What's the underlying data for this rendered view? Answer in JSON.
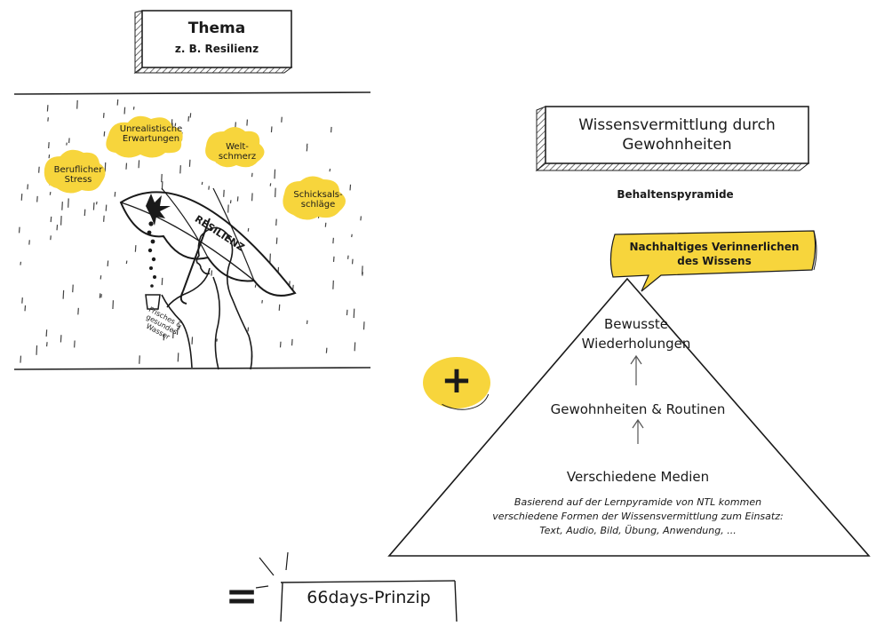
{
  "theme_box": {
    "title": "Thema",
    "subtitle": "z. B. Resilienz"
  },
  "rain_scene": {
    "clouds": [
      {
        "label_line1": "Unrealistische",
        "label_line2": "Erwartungen"
      },
      {
        "label_line1": "Welt-",
        "label_line2": "schmerz"
      },
      {
        "label_line1": "Beruflicher",
        "label_line2": "Stress"
      },
      {
        "label_line1": "Schicksals-",
        "label_line2": "schläge"
      }
    ],
    "umbrella_label": "RESILIENZ",
    "water_note_line1": "Frisches &",
    "water_note_line2": "gesundes",
    "water_note_line3": "Wasser"
  },
  "plus_symbol": "+",
  "habits_box": {
    "title_line1": "Wissensvermittlung durch",
    "title_line2": "Gewohnheiten"
  },
  "pyramid_caption": "Behaltenspyramide",
  "pyramid": {
    "top_banner_line1": "Nachhaltiges Verinnerlichen",
    "top_banner_line2": "des Wissens",
    "level_top_line1": "Bewusste",
    "level_top_line2": "Wiederholungen",
    "level_middle": "Gewohnheiten & Routinen",
    "level_bottom": "Verschiedene Medien",
    "note_line1": "Basierend auf der Lernpyramide von NTL kommen",
    "note_line2": "verschiedene Formen der Wissensvermittlung zum Einsatz:",
    "note_line3": "Text, Audio, Bild, Übung, Anwendung, ..."
  },
  "result_box": {
    "equals_symbol": "=",
    "label": "66days-Prinzip"
  },
  "colors": {
    "accent_yellow": "#f7d53c",
    "ink": "#1a1a1a",
    "hatch": "#333333"
  }
}
